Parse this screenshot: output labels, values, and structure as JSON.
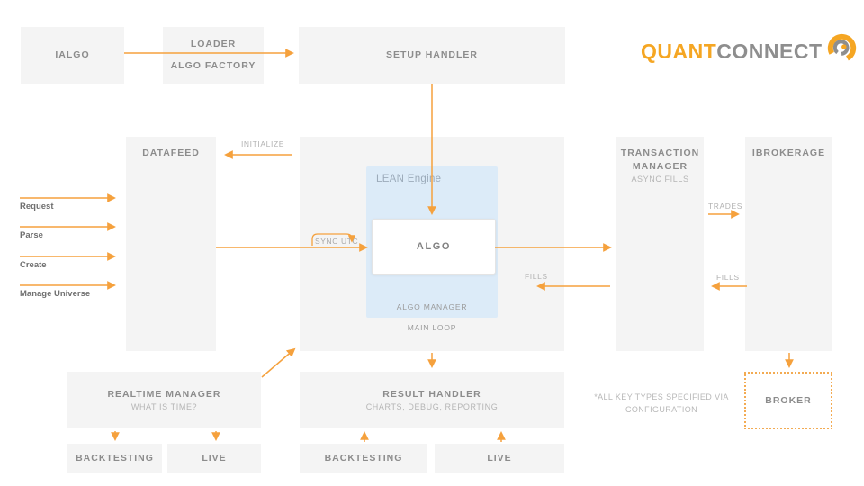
{
  "logo": {
    "quant": "QUANT",
    "connect": "CONNECT"
  },
  "top": {
    "ialgo": "IALGO",
    "loader": "LOADER",
    "algo_factory": "ALGO FACTORY",
    "setup_handler": "SETUP HANDLER"
  },
  "middle": {
    "datafeed": "DATAFEED",
    "lean_engine": "LEAN Engine",
    "algo": "ALGO",
    "algo_manager": "ALGO MANAGER",
    "main_loop": "MAIN LOOP",
    "transaction_manager_line1": "TRANSACTION",
    "transaction_manager_line2": "MANAGER",
    "transaction_manager_sub": "ASYNC FILLS",
    "ibrokerage": "IBROKERAGE"
  },
  "io_labels": [
    "Request",
    "Parse",
    "Create",
    "Manage Universe"
  ],
  "edge_labels": {
    "initialize": "INITIALIZE",
    "sync_utc": "SYNC UTC",
    "trades": "TRADES",
    "fills_inner": "FILLS",
    "fills_outer": "FILLS"
  },
  "bottom": {
    "realtime_manager": "REALTIME MANAGER",
    "realtime_manager_sub": "WHAT IS TIME?",
    "result_handler": "RESULT HANDLER",
    "result_handler_sub": "CHARTS, DEBUG, REPORTING",
    "backtesting_left": "BACKTESTING",
    "live_left": "LIVE",
    "backtesting_center": "BACKTESTING",
    "live_center": "LIVE",
    "broker": "BROKER",
    "footnote_line1": "*ALL KEY TYPES SPECIFIED VIA",
    "footnote_line2": "CONFIGURATION"
  },
  "colors": {
    "accent": "#f5a13d",
    "box_bg": "#f4f4f4",
    "lean_bg": "#dcebf8"
  }
}
